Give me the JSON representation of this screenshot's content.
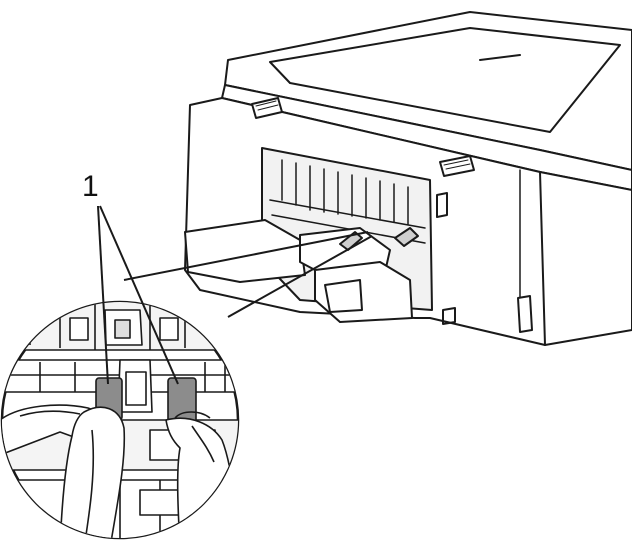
{
  "figure": {
    "callout_label": "1",
    "colors": {
      "line": "#1a1a1a",
      "printer_body": "#ffffff",
      "shadow": "#d9d9d9",
      "roller": "#8c8c8c",
      "cloth": "#ffffff"
    },
    "icons": [
      "printer-illustration",
      "magnifier-circle",
      "hand-icon",
      "cloth-icon",
      "roller-icon"
    ]
  }
}
